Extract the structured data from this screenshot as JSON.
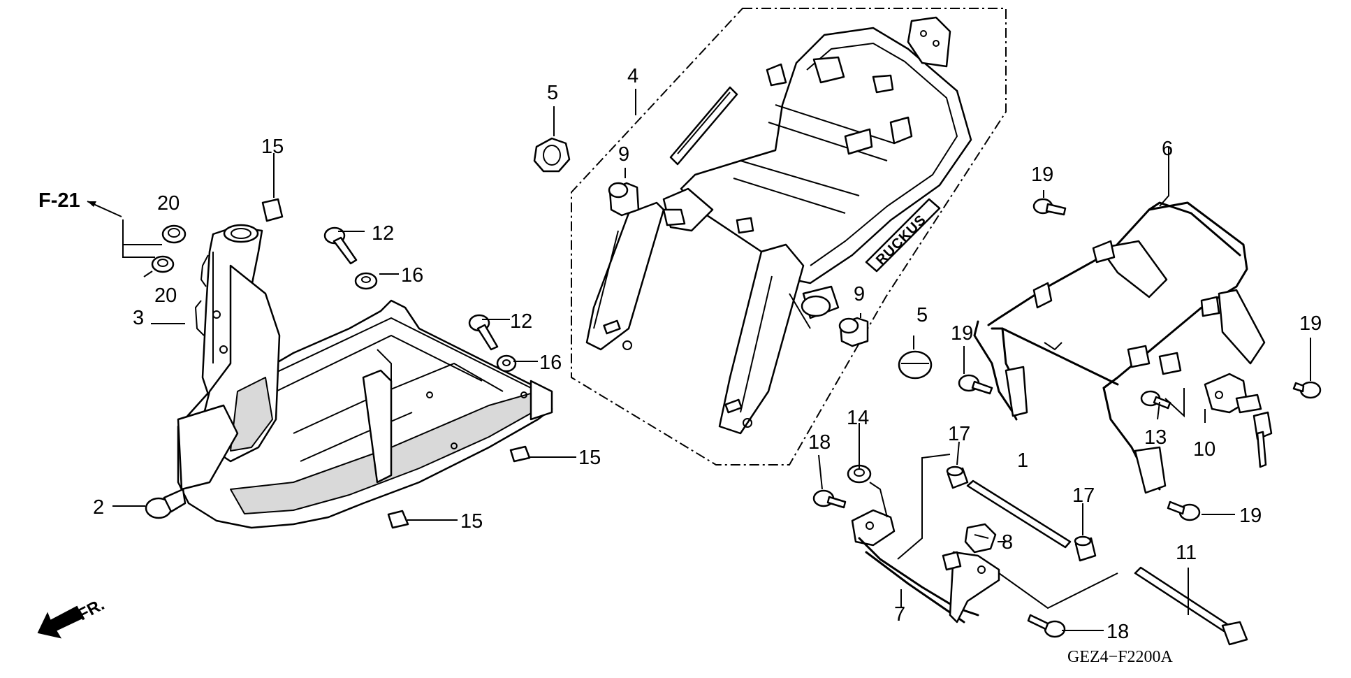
{
  "diagram": {
    "reference_code": "GEZ4−F2200A",
    "front_arrow_label": "FR.",
    "section_ref": "F-21",
    "badge_text": "RUCKUS",
    "callouts": [
      {
        "id": "c1",
        "text": "1"
      },
      {
        "id": "c2",
        "text": "2"
      },
      {
        "id": "c3",
        "text": "3"
      },
      {
        "id": "c4",
        "text": "4"
      },
      {
        "id": "c5a",
        "text": "5"
      },
      {
        "id": "c5b",
        "text": "5"
      },
      {
        "id": "c6",
        "text": "6"
      },
      {
        "id": "c7",
        "text": "7"
      },
      {
        "id": "c8",
        "text": "8"
      },
      {
        "id": "c9a",
        "text": "9"
      },
      {
        "id": "c9b",
        "text": "9"
      },
      {
        "id": "c10",
        "text": "10"
      },
      {
        "id": "c11",
        "text": "11"
      },
      {
        "id": "c12a",
        "text": "12"
      },
      {
        "id": "c12b",
        "text": "12"
      },
      {
        "id": "c13",
        "text": "13"
      },
      {
        "id": "c14",
        "text": "14"
      },
      {
        "id": "c15a",
        "text": "15"
      },
      {
        "id": "c15b",
        "text": "15"
      },
      {
        "id": "c15c",
        "text": "15"
      },
      {
        "id": "c16a",
        "text": "16"
      },
      {
        "id": "c16b",
        "text": "16"
      },
      {
        "id": "c17a",
        "text": "17"
      },
      {
        "id": "c17b",
        "text": "17"
      },
      {
        "id": "c18a",
        "text": "18"
      },
      {
        "id": "c18b",
        "text": "18"
      },
      {
        "id": "c19a",
        "text": "19"
      },
      {
        "id": "c19b",
        "text": "19"
      },
      {
        "id": "c19c",
        "text": "19"
      },
      {
        "id": "c19d",
        "text": "19"
      },
      {
        "id": "c20a",
        "text": "20"
      },
      {
        "id": "c20b",
        "text": "20"
      }
    ]
  }
}
